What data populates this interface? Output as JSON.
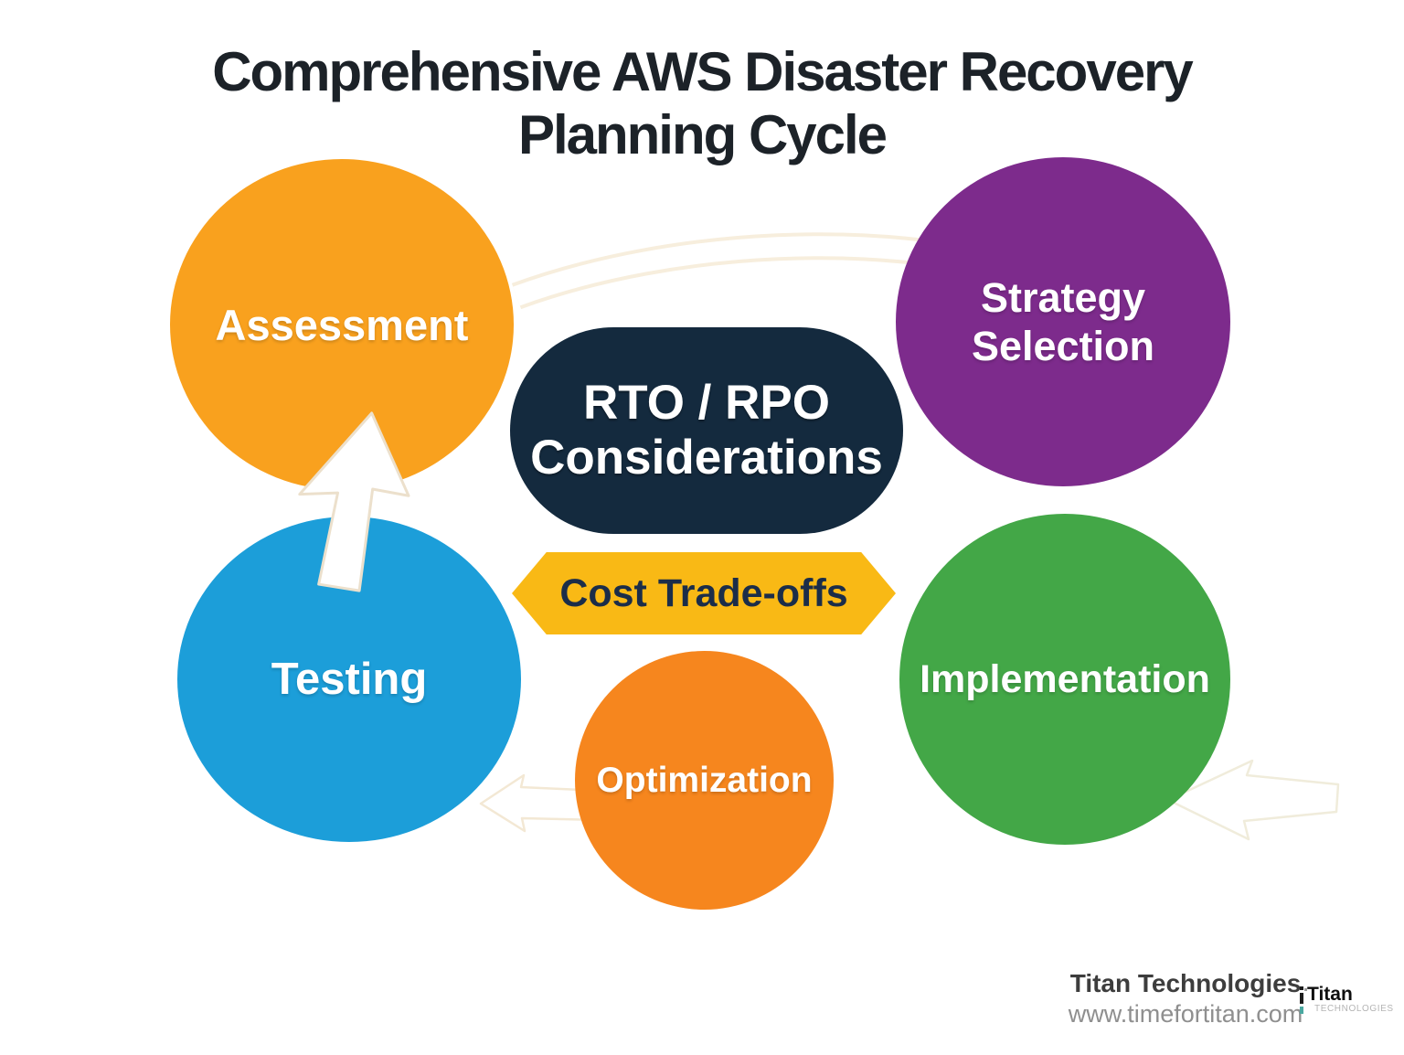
{
  "title": {
    "line1": "Comprehensive AWS Disaster Recovery",
    "line2": "Planning Cycle"
  },
  "nodes": {
    "assessment": {
      "label": "Assessment",
      "color": "#F9A11E"
    },
    "strategy": {
      "line1": "Strategy",
      "line2": "Selection",
      "color": "#7D2B8C"
    },
    "testing": {
      "label": "Testing",
      "color": "#1C9ED9"
    },
    "implementation": {
      "label": "Implementation",
      "color": "#43A747"
    },
    "optimization": {
      "label": "Optimization",
      "color": "#F6861E"
    }
  },
  "center_pill": {
    "line1": "RTO / RPO",
    "line2": "Considerations",
    "color": "#142A3E"
  },
  "banner": {
    "label": "Cost Trade-offs",
    "color": "#F9B915",
    "text_color": "#1B2D49"
  },
  "footer": {
    "company": "Titan Technologies",
    "website": "www.timefortitan.com",
    "logo_name": "Titan",
    "logo_sub": "TECHNOLOGIES"
  }
}
